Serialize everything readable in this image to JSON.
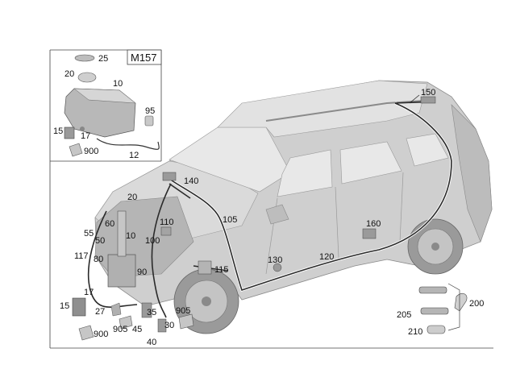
{
  "inset": {
    "model_label": "M157",
    "callouts": [
      "25",
      "20",
      "10",
      "95",
      "15",
      "17",
      "900",
      "12"
    ]
  },
  "main": {
    "callouts": [
      "150",
      "140",
      "20",
      "105",
      "60",
      "55",
      "50",
      "10",
      "110",
      "100",
      "160",
      "117",
      "80",
      "90",
      "115",
      "130",
      "120",
      "17",
      "15",
      "27",
      "35",
      "905",
      "45",
      "905",
      "30",
      "40",
      "900",
      "200",
      "205",
      "210"
    ]
  },
  "colors": {
    "body_fill": "#cfcfcf",
    "body_shade": "#a9a9a9",
    "glass": "#e8e8e8",
    "wire": "#2a2a2a"
  }
}
